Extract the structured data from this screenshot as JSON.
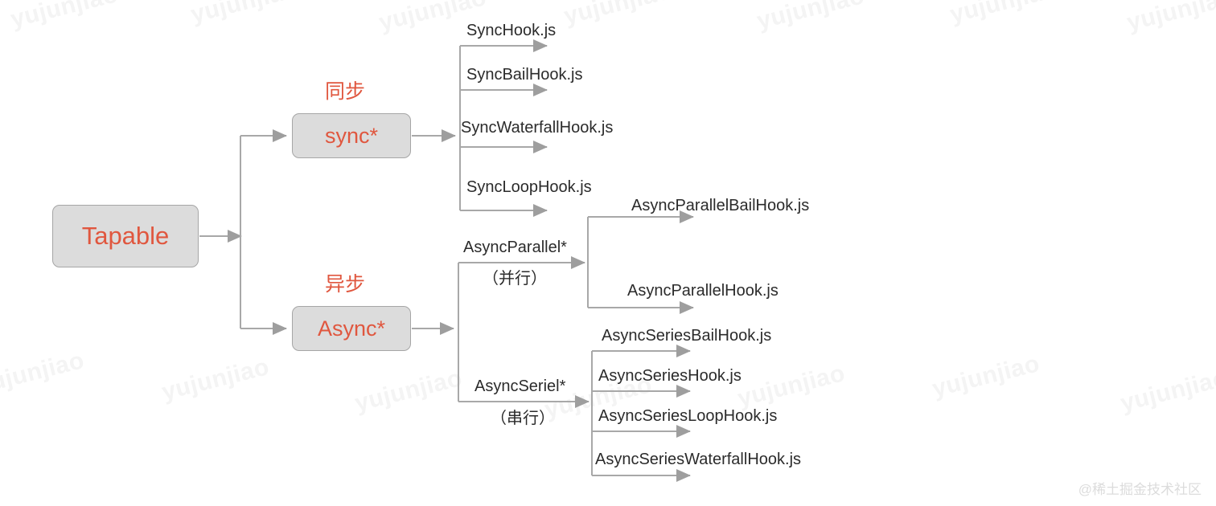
{
  "diagram": {
    "title": "Tapable Hooks Classification",
    "colors": {
      "node_fill": "#dcdcdc",
      "node_border": "#a6a6a6",
      "node_text_red": "#e0573f",
      "edge": "#a8a8a8",
      "label_text": "#2b2b2b",
      "watermark": "#f4f4f4"
    },
    "root": {
      "label": "Tapable"
    },
    "branches": [
      {
        "id": "sync",
        "category_label": "同步",
        "node_label": "sync*",
        "hooks": [
          "SyncHook.js",
          "SyncBailHook.js",
          "SyncWaterfallHook.js",
          "SyncLoopHook.js"
        ]
      },
      {
        "id": "async",
        "category_label": "异步",
        "node_label": "Async*",
        "subgroups": [
          {
            "id": "async-parallel",
            "label": "AsyncParallel*",
            "sublabel": "（并行）",
            "hooks": [
              "AsyncParallelBailHook.js",
              "AsyncParallelHook.js"
            ]
          },
          {
            "id": "async-series",
            "label": "AsyncSeriel*",
            "sublabel": "（串行）",
            "hooks": [
              "AsyncSeriesBailHook.js",
              "AsyncSeriesHook.js",
              "AsyncSeriesLoopHook.js",
              "AsyncSeriesWaterfallHook.js"
            ]
          }
        ]
      }
    ]
  },
  "watermarks": {
    "tiled_text": "yujunjiao",
    "corner_text": "@稀土掘金技术社区"
  }
}
